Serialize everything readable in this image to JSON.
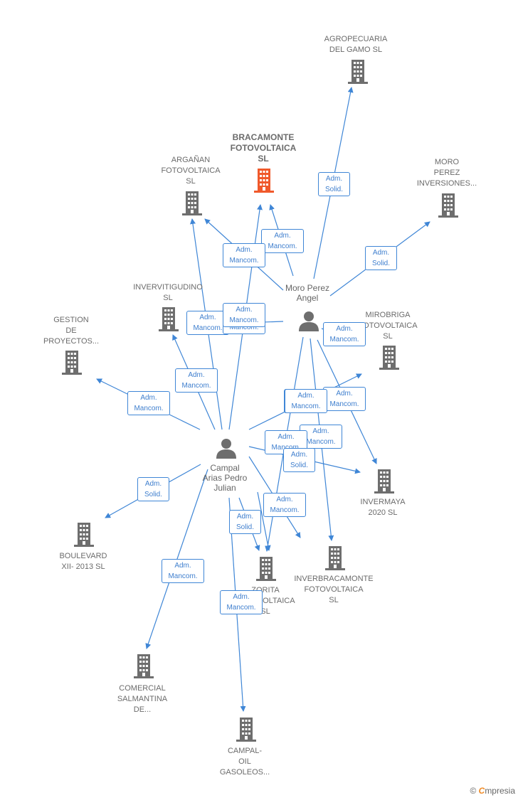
{
  "colors": {
    "edge": "#3f86d6",
    "building": "#6e6e6e",
    "building_focus": "#f0592b",
    "person": "#6e6e6e"
  },
  "companies": [
    {
      "id": "agropecuaria",
      "label": "AGROPECUARIA\nDEL GAMO  SL"
    },
    {
      "id": "bracamonte",
      "label": "BRACAMONTE\nFOTOVOLTAICA\nSL",
      "focus": true
    },
    {
      "id": "arganan",
      "label": "ARGAÑAN\nFOTOVOLTAICA\nSL"
    },
    {
      "id": "moro_perez_inv",
      "label": "MORO\nPEREZ\nINVERSIONES..."
    },
    {
      "id": "invervitigudino",
      "label": "INVERVITIGUDINO\nSL"
    },
    {
      "id": "gestion",
      "label": "GESTION\nDE\nPROYECTOS..."
    },
    {
      "id": "mirobriga",
      "label": "MIROBRIGA\nFOTOVOLTAICA\nSL"
    },
    {
      "id": "invermaya",
      "label": "INVERMAYA\n2020  SL"
    },
    {
      "id": "boulevard",
      "label": "BOULEVARD\nXII- 2013 SL"
    },
    {
      "id": "zorita",
      "label": "ZORITA\nFOTOVOLTAICA\nSL"
    },
    {
      "id": "inverbracamonte",
      "label": "INVERBRACAMONTE\nFOTOVOLTAICA\nSL"
    },
    {
      "id": "comercial",
      "label": "COMERCIAL\nSALMANTINA\nDE..."
    },
    {
      "id": "campal_oil",
      "label": "CAMPAL-\nOIL\nGASOLEOS..."
    }
  ],
  "people": [
    {
      "id": "moro",
      "label": "Moro Perez\nAngel"
    },
    {
      "id": "campal",
      "label": "Campal\nArias Pedro\nJulian"
    }
  ],
  "edge_labels": [
    "Adm.\nSolid.",
    "Adm.\nMancom.",
    "Adm.\nMancom.",
    "Adm.\nSolid.",
    "Adm.\nMancom.",
    "Adm.\nMancom.",
    "Adm.\nMancom.",
    "Adm.\nMancom.",
    "Adm.\nMancom.",
    "Adm.\nMancom.",
    "Adm.\nMancom.",
    "Adm.\nMancom.",
    "Adm.\nMancom.",
    "Adm.\nMancom.",
    "Adm.\nMancom.",
    "Adm.\nMancom.",
    "Adm.\nSolid.",
    "Adm.\nMancom.",
    "Adm.\nMancom.",
    "Adm.\nSolid.",
    "Adm.\nSolid."
  ],
  "footer": {
    "copyright": "©",
    "brand_first": "C",
    "brand_rest": "mpresia"
  }
}
